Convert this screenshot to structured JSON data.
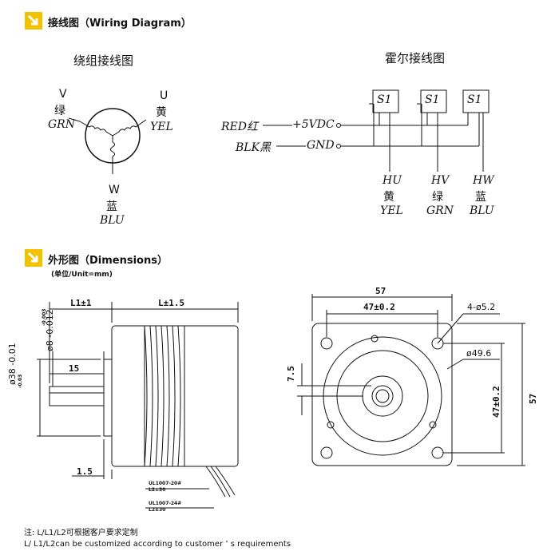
{
  "sections": {
    "wiring_title": "接线图（Wiring Diagram）",
    "dimensions_title": "外形图（Dimensions）",
    "dimensions_unit": "(单位/Unit=mm)"
  },
  "winding": {
    "title": "绕组接线图",
    "v_letter": "V",
    "v_cn": "绿",
    "v_en": "GRN",
    "u_letter": "U",
    "u_cn": "黄",
    "u_en": "YEL",
    "w_letter": "W",
    "w_cn": "蓝",
    "w_en": "BLU"
  },
  "hall": {
    "title": "霍尔接线图",
    "red": "RED红",
    "vdc": "+5VDC",
    "blk": "BLK黑",
    "gnd": "GND",
    "sensor": "S1",
    "outputs": [
      {
        "sig": "HU",
        "cn": "黄",
        "en": "YEL"
      },
      {
        "sig": "HV",
        "cn": "绿",
        "en": "GRN"
      },
      {
        "sig": "HW",
        "cn": "蓝",
        "en": "BLU"
      }
    ]
  },
  "side_view": {
    "l1": "L1±1",
    "l": "L±1.5",
    "shaft_dia": "ø8 -0.012",
    "shaft_tol": "-0.003",
    "boss_dia": "ø38 -0.01",
    "boss_tol": "-0.03",
    "key_len": "15",
    "boss_len": "1.5",
    "cable1": "UL1007-20#",
    "cable1_len": "L2±30",
    "cable2": "UL1007-24#",
    "cable2_len": "L2±30"
  },
  "front_view": {
    "width": "57",
    "hole_spacing": "47±0.2",
    "holes": "4-ø5.2",
    "pilot": "ø49.6",
    "offset": "7.5",
    "hole_spacing_v": "47±0.2",
    "height": "57"
  },
  "notes": {
    "cn": "注: L/L1/L2可根据客户要求定制",
    "en": "L/ L1/L2can be customized according to customer ’ s requirements"
  },
  "colors": {
    "icon_yellow": "#f2c200",
    "line": "#111111"
  }
}
